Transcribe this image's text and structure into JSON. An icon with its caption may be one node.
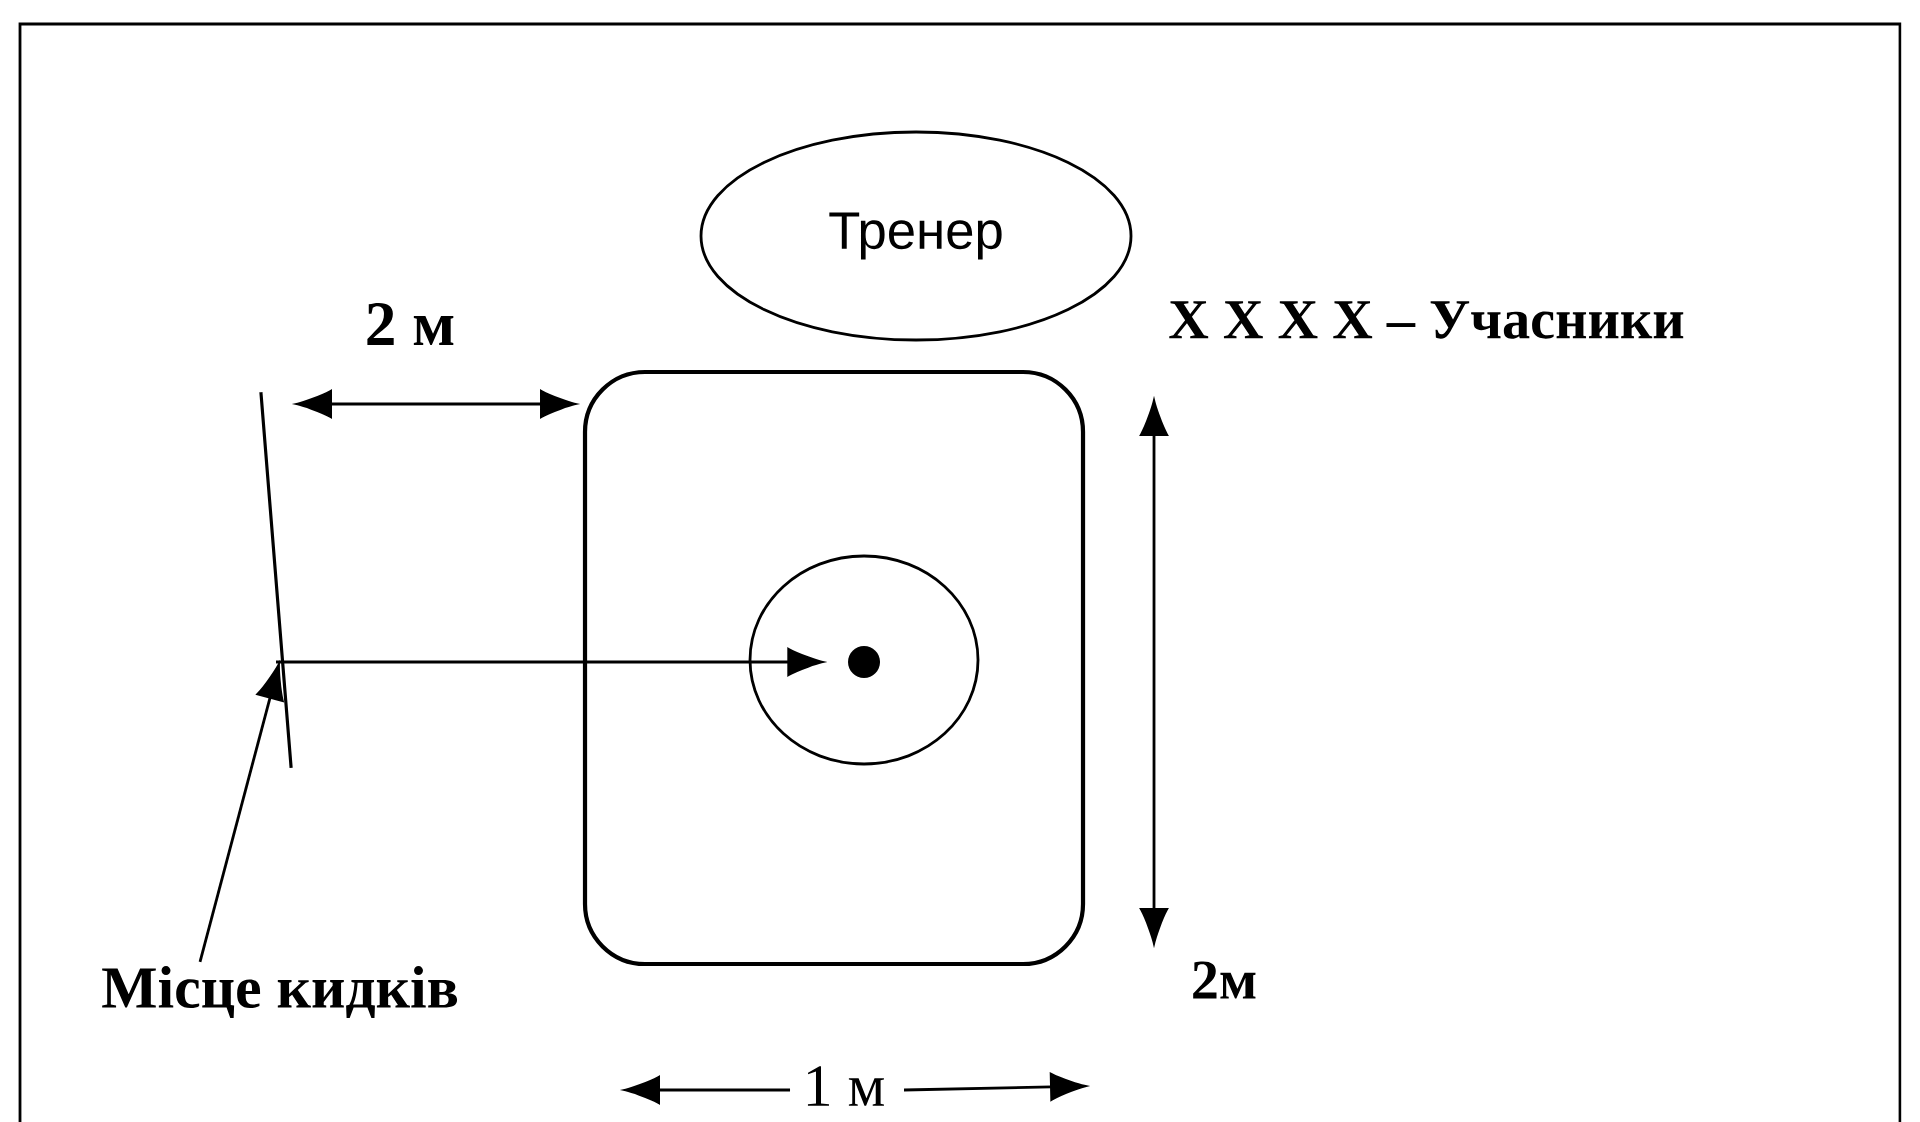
{
  "diagram": {
    "nodes": [
      {
        "text": [
          "Тренер"
        ]
      },
      {
        "text": [
          "Місце кидків"
        ]
      },
      {
        "text": [],
        "shape": "line"
      },
      {
        "text": [],
        "shape": "box"
      },
      {
        "text": [],
        "shape": "circle",
        "in": 3
      },
      {
        "text": [],
        "shape": "circle",
        "in": 4
      }
    ],
    "edges": [
      {
        "from": 2,
        "to": 5,
        "arrow": "to"
      },
      {
        "from": 1,
        "to": 2,
        "arrow": "to"
      }
    ],
    "labels": [
      "2 м",
      "X X X X – Учасники",
      "2м",
      "1 м"
    ]
  }
}
